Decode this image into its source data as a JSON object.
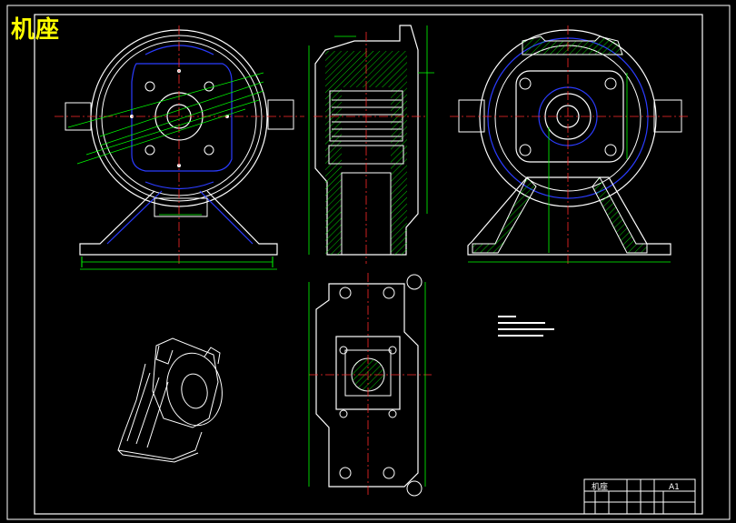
{
  "header": {
    "title": "机座"
  },
  "title_block": {
    "name": "机座",
    "scale_code": "A1"
  },
  "colors": {
    "background": "#000000",
    "outline": "#ffffff",
    "hidden": "#2b3cff",
    "center": "#ff2a2a",
    "dimension": "#00ff00",
    "hatch": "#00ff00",
    "accent": "#ff00ff",
    "title": "#ffff00"
  },
  "icons": [
    "front-view",
    "section-view",
    "side-view",
    "top-view",
    "isometric-view",
    "title-block"
  ]
}
